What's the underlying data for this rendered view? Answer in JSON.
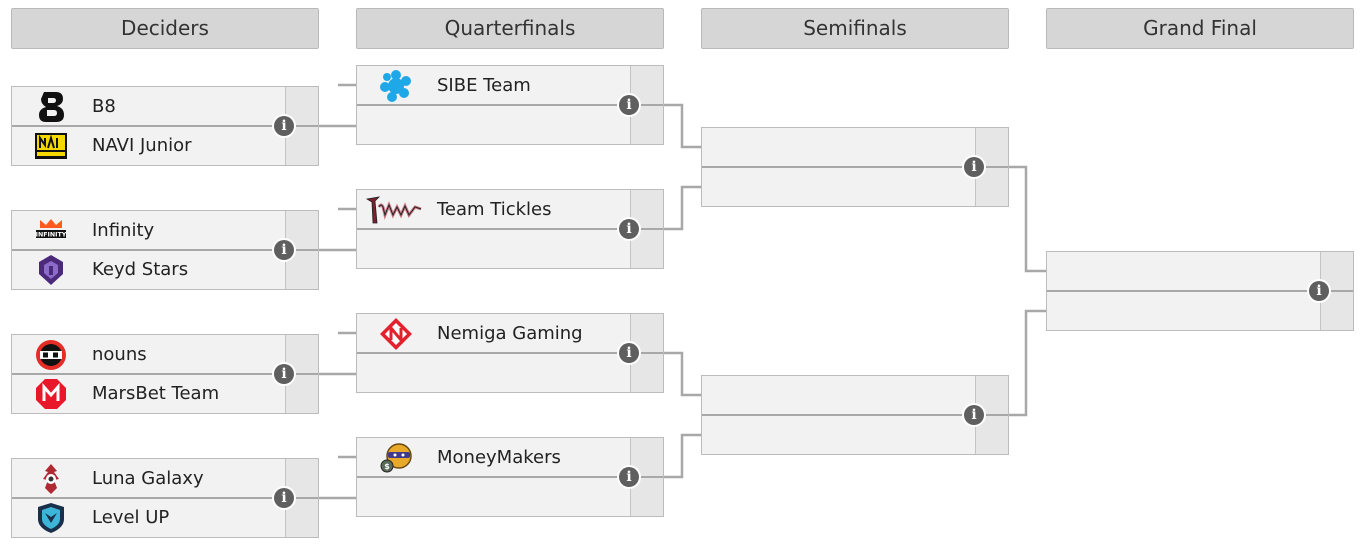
{
  "rounds": [
    "Deciders",
    "Quarterfinals",
    "Semifinals",
    "Grand Final"
  ],
  "info_glyph": "i",
  "icon_names": {
    "b8": "b8-logo-icon",
    "navi": "navi-junior-logo-icon",
    "infinity": "infinity-logo-icon",
    "keyd": "keyd-stars-logo-icon",
    "nouns": "nouns-logo-icon",
    "marsbet": "marsbet-logo-icon",
    "luna": "luna-galaxy-logo-icon",
    "levelup": "level-up-logo-icon",
    "sibe": "sibe-team-logo-icon",
    "tickles": "team-tickles-logo-icon",
    "nemiga": "nemiga-gaming-logo-icon",
    "moneymakers": "moneymakers-logo-icon"
  },
  "deciders": [
    {
      "team1": "B8",
      "team2": "NAVI Junior"
    },
    {
      "team1": "Infinity",
      "team2": "Keyd Stars"
    },
    {
      "team1": "nouns",
      "team2": "MarsBet Team"
    },
    {
      "team1": "Luna Galaxy",
      "team2": "Level UP"
    }
  ],
  "quarterfinals": [
    {
      "team1": "SIBE Team",
      "team2": ""
    },
    {
      "team1": "Team Tickles",
      "team2": ""
    },
    {
      "team1": "Nemiga Gaming",
      "team2": ""
    },
    {
      "team1": "MoneyMakers",
      "team2": ""
    }
  ],
  "semifinals": [
    {
      "team1": "",
      "team2": ""
    },
    {
      "team1": "",
      "team2": ""
    }
  ],
  "grand_final": {
    "team1": "",
    "team2": ""
  }
}
